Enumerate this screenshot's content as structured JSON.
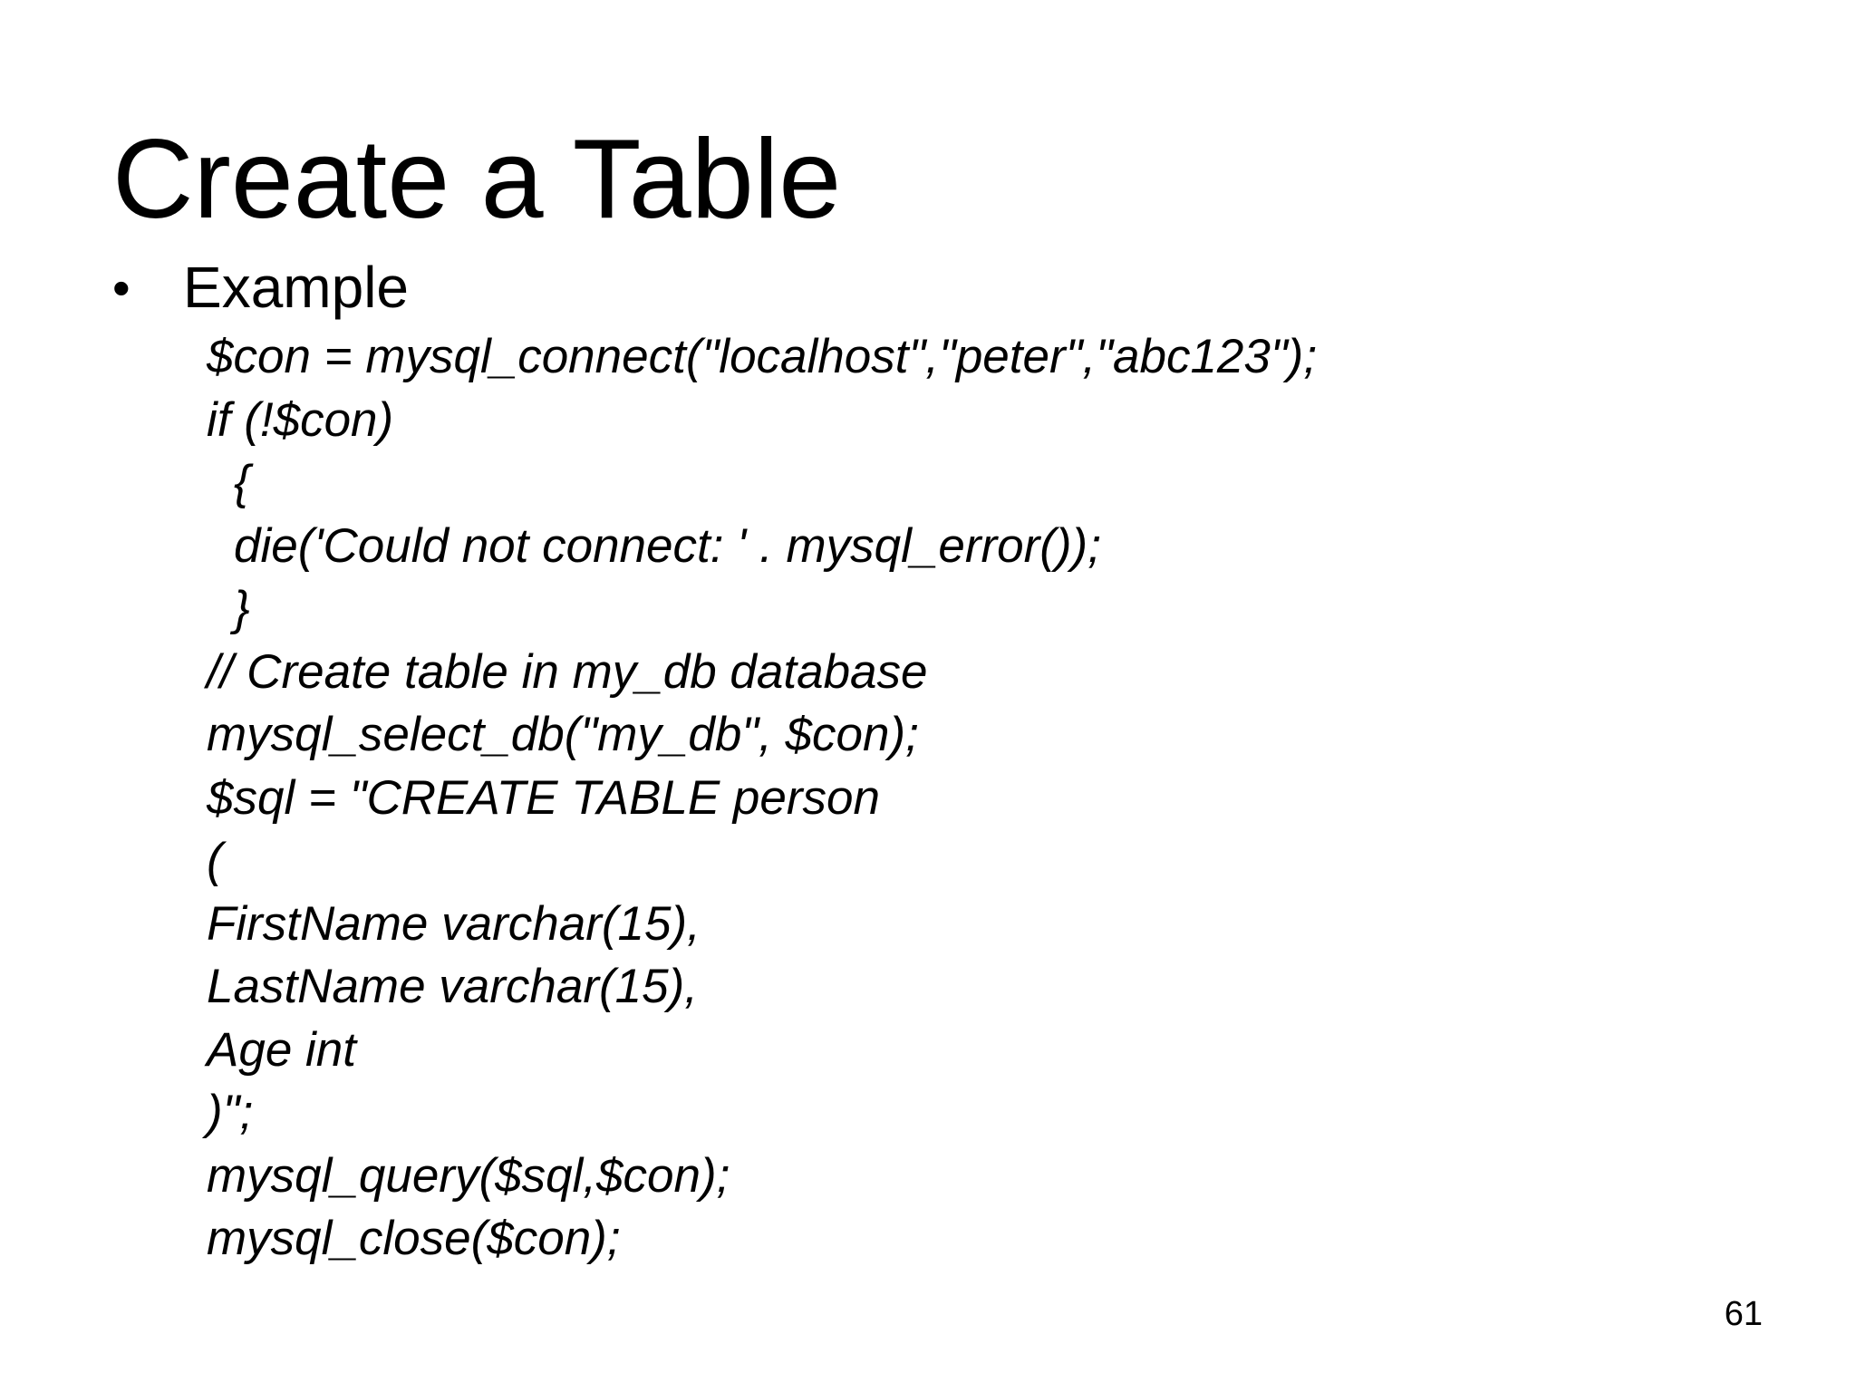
{
  "slide": {
    "title": "Create a Table",
    "bullet": {
      "symbol": "•",
      "text": "Example"
    },
    "code_lines": [
      {
        "text": "$con = mysql_connect(\"localhost\",\"peter\",\"abc123\");",
        "indent": false
      },
      {
        "text": "if (!$con)",
        "indent": false
      },
      {
        "text": "{",
        "indent": true
      },
      {
        "text": "die('Could not connect: ' . mysql_error());",
        "indent": true
      },
      {
        "text": "}",
        "indent": true
      },
      {
        "text": "// Create table in my_db database",
        "indent": false
      },
      {
        "text": "mysql_select_db(\"my_db\", $con);",
        "indent": false
      },
      {
        "text": "$sql = \"CREATE TABLE person",
        "indent": false
      },
      {
        "text": "(",
        "indent": false
      },
      {
        "text": "FirstName varchar(15),",
        "indent": false
      },
      {
        "text": "LastName varchar(15),",
        "indent": false
      },
      {
        "text": "Age int",
        "indent": false
      },
      {
        "text": ")\";",
        "indent": false
      },
      {
        "text": "mysql_query($sql,$con);",
        "indent": false
      },
      {
        "text": "mysql_close($con);",
        "indent": false
      }
    ],
    "page_number": "61"
  }
}
